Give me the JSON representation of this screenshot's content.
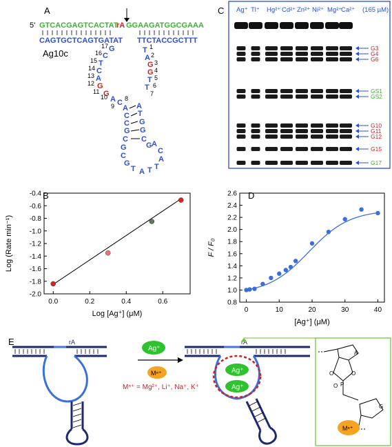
{
  "panels": {
    "a": "A",
    "b": "B",
    "c": "C",
    "d": "D",
    "e": "E"
  },
  "panel_a": {
    "prime5": "5'",
    "top_green": "GTCACGAGTCACTAT",
    "rA": "rA",
    "top_green2": "GGAAGATGGCGAAA",
    "bottom_left": "CAGTGCTCAGTGATAT",
    "bottom_right": "TTCTACCGCTTT",
    "name": "Ag10c",
    "numbers": [
      "17",
      "16",
      "15",
      "14",
      "13",
      "12",
      "11",
      "10",
      "9",
      "8",
      "1",
      "2",
      "3",
      "4",
      "5",
      "6",
      "7"
    ],
    "colors": {
      "green": "#3cb432",
      "blue": "#2a4fd6",
      "red": "#d21e1e"
    }
  },
  "panel_c": {
    "ions": [
      "Ag⁺",
      "Tl⁺",
      "Hg²⁺",
      "Cd²⁺",
      "Zn²⁺",
      "Ni²⁺",
      "Mg²⁺",
      "Ca²⁺"
    ],
    "conc": "(165 µM)",
    "bands": [
      {
        "label": "G3",
        "color": "red"
      },
      {
        "label": "G4",
        "color": "red"
      },
      {
        "label": "G6",
        "color": "red"
      },
      {
        "label": "GS1",
        "color": "green"
      },
      {
        "label": "GS2",
        "color": "green"
      },
      {
        "label": "G10",
        "color": "red"
      },
      {
        "label": "G11",
        "color": "red"
      },
      {
        "label": "G12",
        "color": "red"
      },
      {
        "label": "G15",
        "color": "red"
      },
      {
        "label": "G17",
        "color": "green"
      }
    ]
  },
  "chart_data": [
    {
      "type": "scatter",
      "panel": "B",
      "xlabel": "Log [Ag⁺] (μM)",
      "ylabel": "Log (Rate min⁻¹)",
      "xlim": [
        -0.05,
        0.75
      ],
      "ylim": [
        -2.0,
        -0.4
      ],
      "xticks": [
        "0.0",
        "0.2",
        "0.4",
        "0.6"
      ],
      "yticks": [
        "-2.0",
        "-1.8",
        "-1.6",
        "-1.4",
        "-1.2",
        "-1.0",
        "-0.8",
        "-0.6",
        "-0.4"
      ],
      "points": [
        {
          "x": 0.0,
          "y": -1.84,
          "color": "#e02020"
        },
        {
          "x": 0.3,
          "y": -1.35,
          "color": "#f07070"
        },
        {
          "x": 0.54,
          "y": -0.85,
          "color": "#607860"
        },
        {
          "x": 0.7,
          "y": -0.51,
          "color": "#e02020"
        }
      ],
      "fit": [
        [
          0.0,
          -1.85
        ],
        [
          0.7,
          -0.49
        ]
      ]
    },
    {
      "type": "scatter",
      "panel": "D",
      "xlabel": "[Ag⁺] (μM)",
      "ylabel": "F / F₀",
      "xlim": [
        -2,
        42
      ],
      "ylim": [
        0.8,
        2.6
      ],
      "xticks": [
        "0",
        "10",
        "20",
        "30",
        "40"
      ],
      "yticks": [
        "0.8",
        "1.0",
        "1.2",
        "1.4",
        "1.6",
        "1.8",
        "2.0",
        "2.2",
        "2.4",
        "2.6"
      ],
      "points": [
        {
          "x": 0,
          "y": 1.0
        },
        {
          "x": 1,
          "y": 1.01
        },
        {
          "x": 2.5,
          "y": 1.02
        },
        {
          "x": 5,
          "y": 1.1
        },
        {
          "x": 7.5,
          "y": 1.2
        },
        {
          "x": 10,
          "y": 1.27
        },
        {
          "x": 12,
          "y": 1.33
        },
        {
          "x": 13.5,
          "y": 1.38
        },
        {
          "x": 15,
          "y": 1.48
        },
        {
          "x": 20,
          "y": 1.77
        },
        {
          "x": 25,
          "y": 1.96
        },
        {
          "x": 30,
          "y": 2.17
        },
        {
          "x": 35,
          "y": 2.33
        },
        {
          "x": 40,
          "y": 2.27
        }
      ],
      "color": "#3a6fdc"
    }
  ],
  "panel_e": {
    "rA": "rA",
    "ag": "Ag⁺",
    "mn": "Mⁿ⁺",
    "eq": "Mⁿ⁺ = Mg²⁺, Li⁺, Na⁺, K⁺",
    "ribose_a": "A",
    "ribose_g": "G",
    "phos_o1": "O",
    "phos_o2": "O",
    "phos_o3": "O",
    "phos_p": "P"
  }
}
